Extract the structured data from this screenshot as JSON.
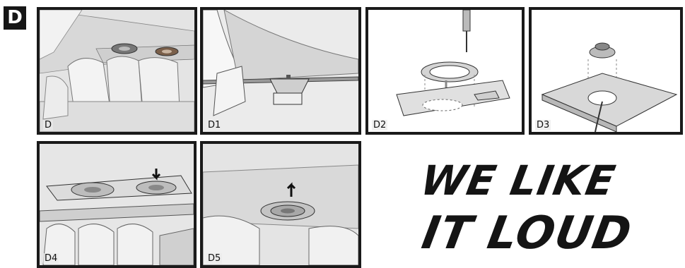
{
  "section_badge": "D",
  "panels": [
    {
      "label": "D"
    },
    {
      "label": "D1"
    },
    {
      "label": "D2"
    },
    {
      "label": "D3"
    },
    {
      "label": "D4"
    },
    {
      "label": "D5"
    }
  ],
  "slogan": {
    "line1": "WE LIKE",
    "line2": "IT LOUD"
  }
}
